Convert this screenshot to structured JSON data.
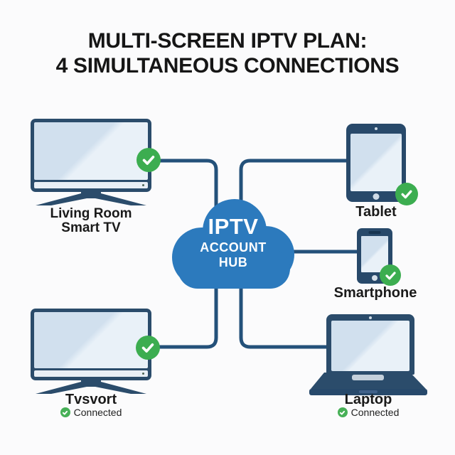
{
  "title": {
    "line1": "MULTI-SCREEN IPTV PLAN:",
    "line2": "4 SIMULTANEOUS CONNECTIONS"
  },
  "hub": {
    "line1": "IPTV",
    "line2": "ACCOUNT",
    "line3": "HUB"
  },
  "devices": {
    "tv_top": {
      "label_line1": "Living Room",
      "label_line2": "Smart TV"
    },
    "tablet": {
      "label": "Tablet"
    },
    "smartphone": {
      "label": "Smartphone"
    },
    "tv_bottom": {
      "label": "Tvsvort",
      "status": "Connected"
    },
    "laptop": {
      "label": "Laptop",
      "status": "Connected"
    }
  },
  "icons": {
    "check": "check-icon"
  },
  "colors": {
    "cloud_blue": "#2c7abd",
    "device_navy": "#2b4c6b",
    "line_navy": "#24517a",
    "screen_light_blue": "#d1e0ee",
    "check_green": "#3cad50",
    "text_dark": "#161616",
    "background": "#fbfbfc"
  }
}
